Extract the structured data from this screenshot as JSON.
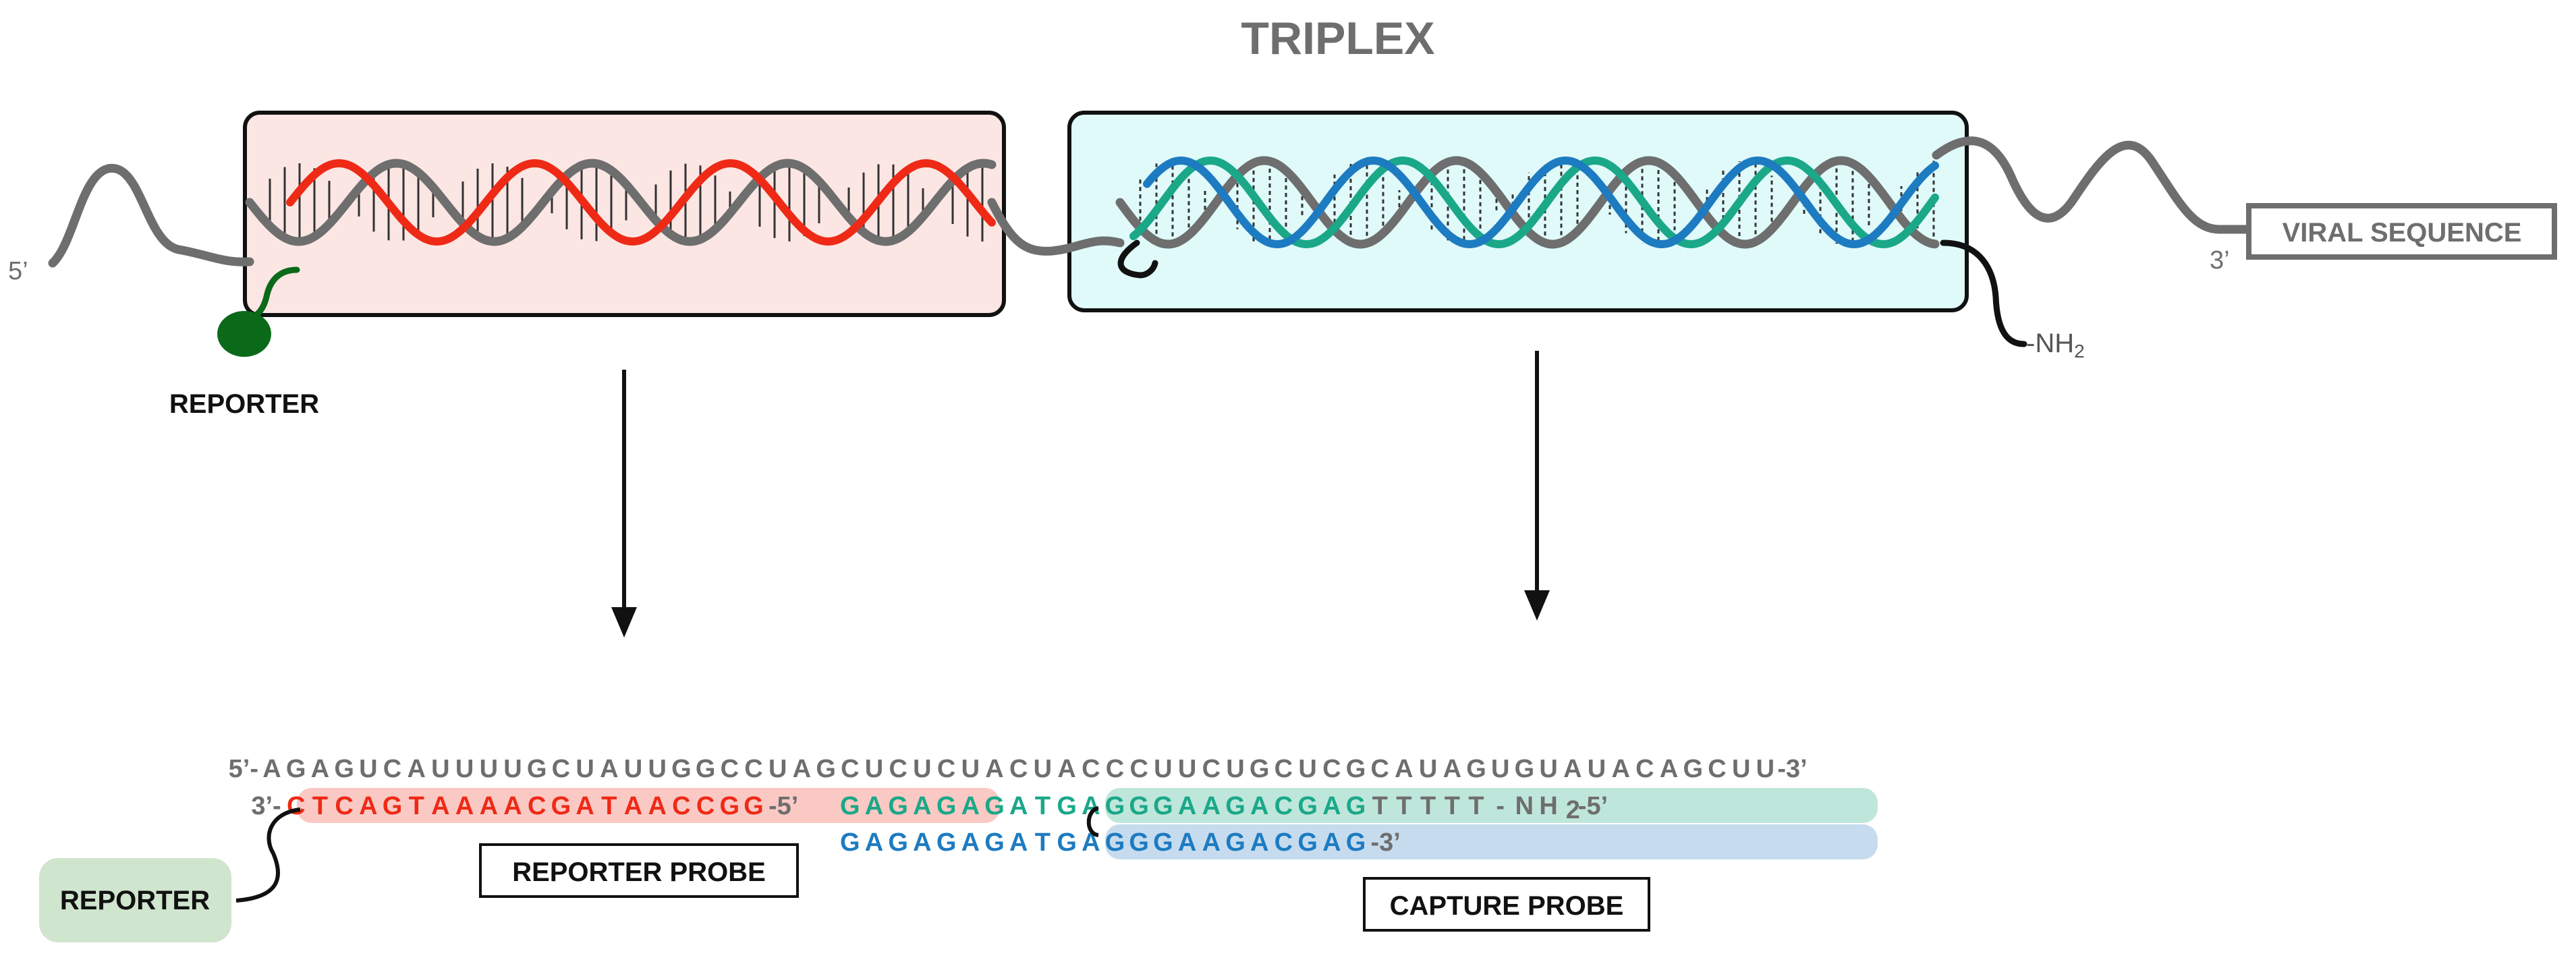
{
  "title": "TRIPLEX",
  "labels": {
    "five_prime": "5’",
    "three_prime": "3’",
    "viral_sequence": "VIRAL SEQUENCE",
    "nh2": "-NH",
    "nh2_sub": "2",
    "reporter_top": "REPORTER",
    "reporter_bottom": "REPORTER",
    "reporter_probe": "REPORTER PROBE",
    "capture_probe": "CAPTURE PROBE"
  },
  "sequences": {
    "viral_prefix": "5’-",
    "viral": "AGAGUCAUUUUGCUAUUGGCCUAGCUCUCUACUACCCUUCUGCUCGCAUAGUGUAUACAGCUU",
    "viral_suffix": "-3’",
    "reporter_prefix": "3’-",
    "reporter_probe": "CTCAGTAAAACGATAACCGG",
    "reporter_suffix": "-5’",
    "capture_green": "GAGAGAGATGAGGGAAGACGAG",
    "capture_tail": "TTTTT-NH",
    "capture_tail_sub": "2",
    "capture_tail_end": "-5’",
    "capture_blue": "GAGAGAGATGAGGGAAGACGAG",
    "capture_blue_suffix": "-3’"
  },
  "colors": {
    "grey": "#6e6e6e",
    "red": "#ee2a16",
    "green": "#1aa889",
    "blue": "#1d7bc1",
    "reporter_green": "#0b6a1a",
    "reporter_box_fill": "#fbe6e3",
    "triplex_box_fill": "#e0fafa",
    "reporter_probe_highlight": "#fbc9c4",
    "capture_green_highlight": "#bfe6da",
    "capture_blue_highlight": "#c6dcee",
    "reporter_label_bg": "#cfe5cd"
  }
}
